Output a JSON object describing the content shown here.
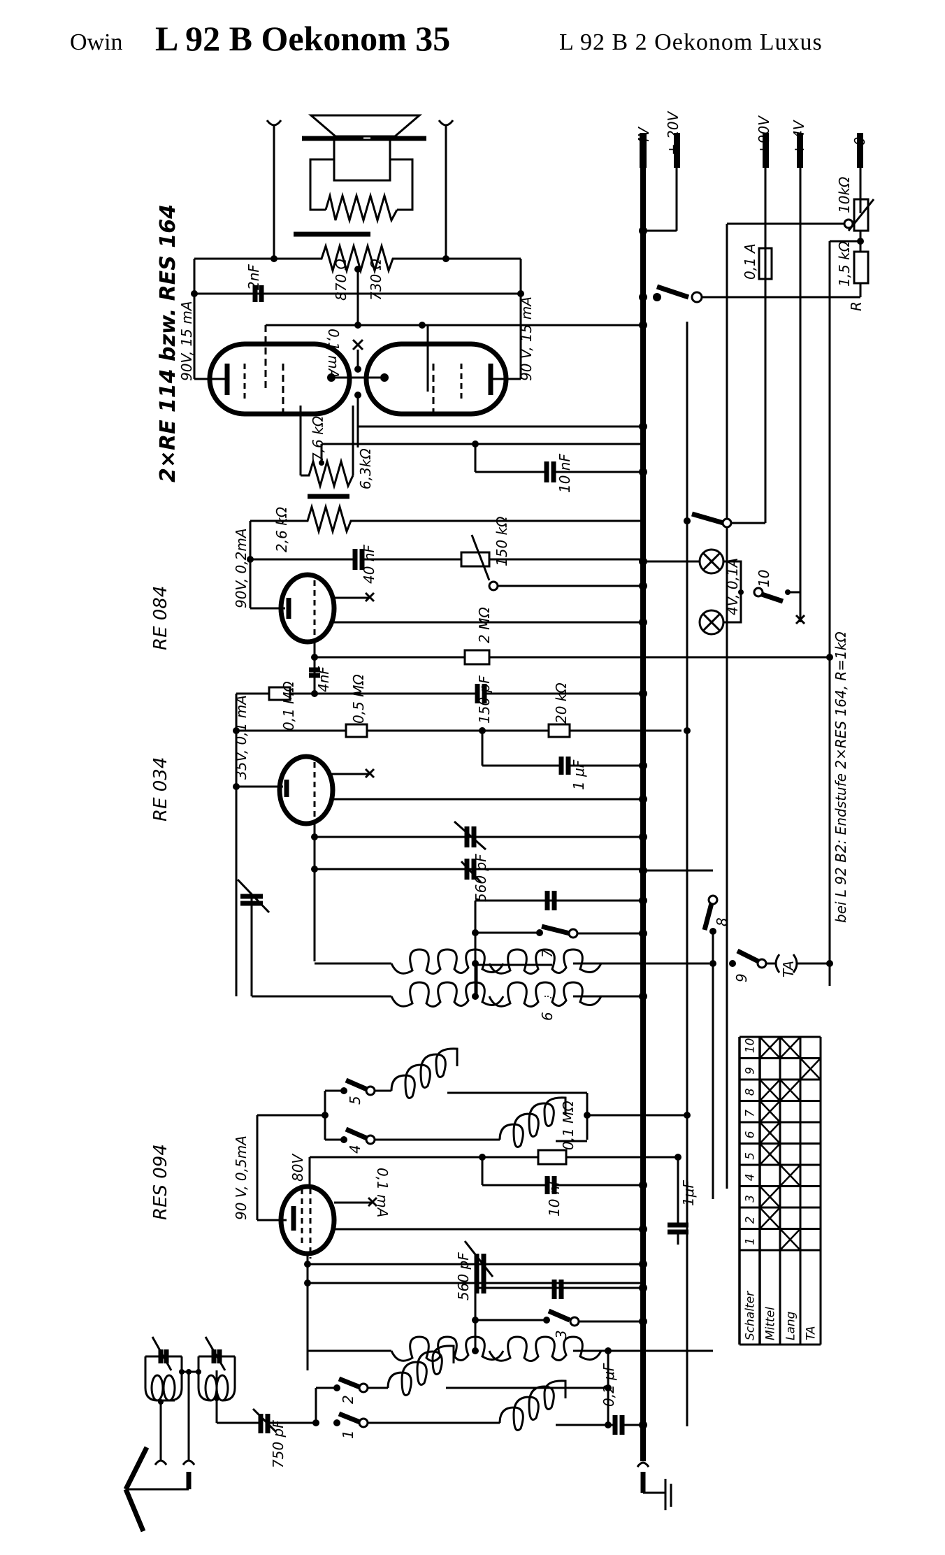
{
  "title": {
    "maker": "Owin",
    "model": "L 92 B Oekonom 35",
    "variant": "L 92 B 2 Oekonom Luxus"
  },
  "tubes": {
    "output_stage": "2×RE 114 bzw. RES 164",
    "stage3": "RE 084",
    "stage2": "RE 034",
    "stage1": "RES 094"
  },
  "supply": {
    "minus4v": "- 4V",
    "plus20v": "+ 20V",
    "plus90v": "+90V",
    "plus4v": "+ 4V",
    "minus0": "- 0"
  },
  "components": {
    "c_2nf": "2nF",
    "r_870": "870 Ω",
    "r_730": "730 Ω",
    "v_90v15ma_left": "90V, 15 mA",
    "v_90v15ma_right": "90 V, 15 mA",
    "i_01ma_out": "0,1 mA",
    "r_76k": "7,6 kΩ",
    "r_63k": "6,3kΩ",
    "c_10nf_top": "10 nF",
    "fuse": "0,1 A",
    "pot_10k": "10kΩ",
    "r_15k": "1,5 kΩ",
    "r_label": "R",
    "r_26k": "2,6 kΩ",
    "v_90v02ma": "90V, 0,2mA",
    "c_40nf": "40 nF",
    "pot_150k": "150 kΩ",
    "lamps": "4V, 0,1A",
    "r_2m": "2 MΩ",
    "c_4nf": "4nF",
    "r_01m_a": "0,1 MΩ",
    "r_05m": "0,5 MΩ",
    "c_150pf": "150 pF",
    "r_20k": "20 kΩ",
    "c_1uf_a": "1 μF",
    "v_35v01ma": "35V, 0,1 mA",
    "c_560pf_a": "560 pF",
    "v_90v05ma": "90 V, 0,5mA",
    "v_80v": "80V",
    "i_01ma_det": "0,1 mA",
    "r_01m_b": "0,1 MΩ",
    "c_10nf_b": "10 nF",
    "c_1uf_b": "1μF",
    "c_560pf_b": "560 pF",
    "c_750pf": "750 pF",
    "c_02uf": "0,2 μF",
    "ta": "TA",
    "note": "bei L 92 B2: Endstufe 2×RES 164, R=1kΩ"
  },
  "switches": [
    "1",
    "2",
    "3",
    "4",
    "5",
    "6",
    "7",
    "8",
    "9",
    "10"
  ],
  "switch_table": {
    "header": "Schalter",
    "columns": [
      "1",
      "2",
      "3",
      "4",
      "5",
      "6",
      "7",
      "8",
      "9",
      "10"
    ],
    "rows": [
      {
        "label": "Mittel",
        "marked": [
          "2",
          "3",
          "5",
          "6",
          "7",
          "8",
          "10"
        ]
      },
      {
        "label": "Lang",
        "marked": [
          "1",
          "4",
          "8",
          "10"
        ]
      },
      {
        "label": "TA",
        "marked": [
          "9"
        ]
      }
    ]
  }
}
